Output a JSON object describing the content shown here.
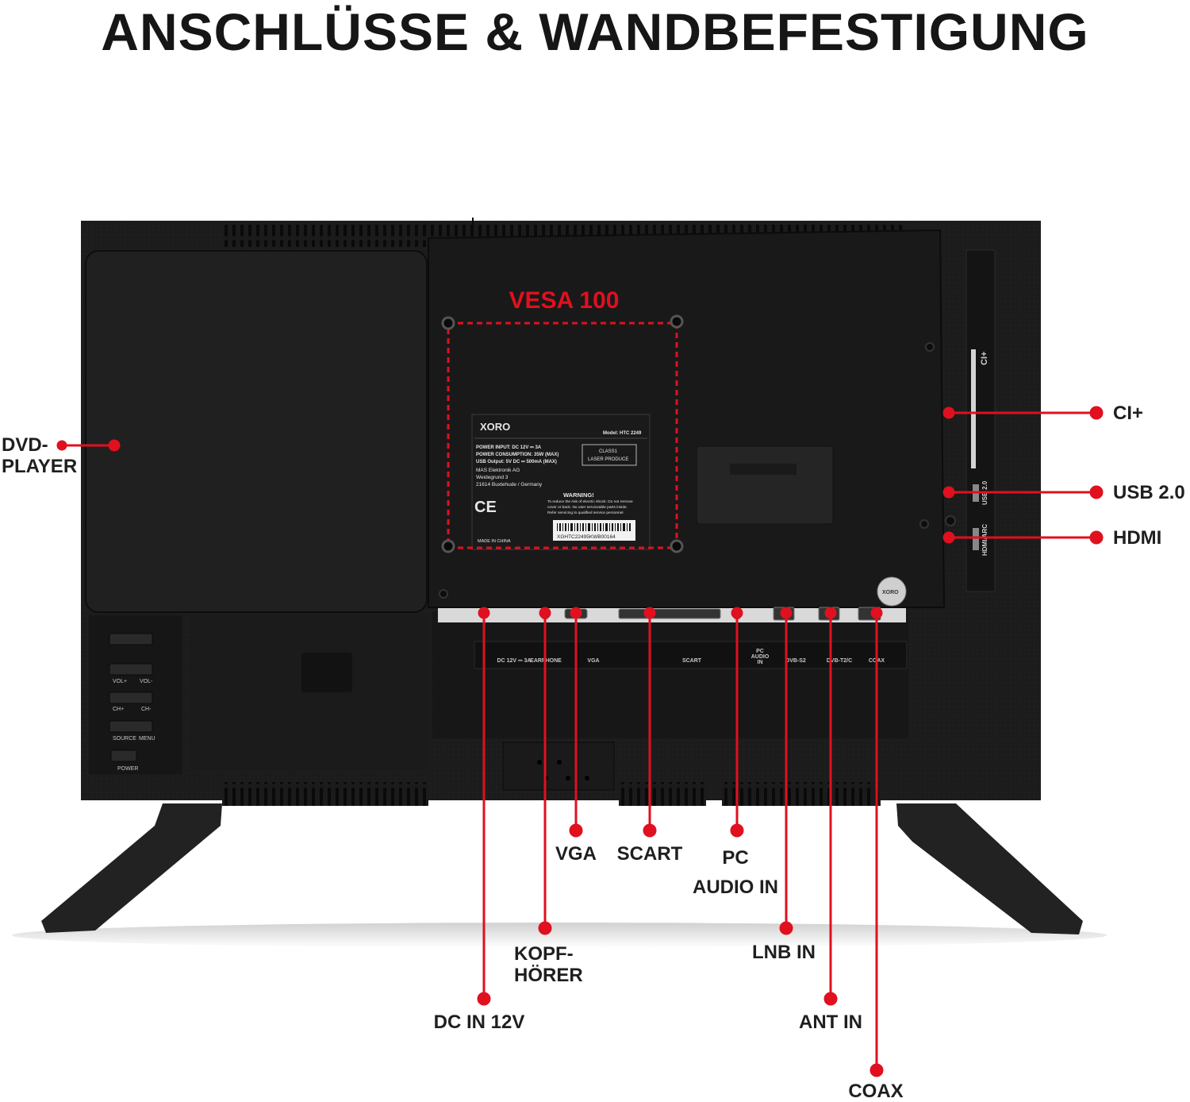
{
  "title": "ANSCHLÜSSE & WANDBEFESTIGUNG",
  "colors": {
    "accent": "#e0101f",
    "tv_body": "#1e1e1e",
    "tv_panel": "#151515",
    "io_strip": "#d9d9d9",
    "label": "#1f1f1f"
  },
  "vesa": {
    "label": "VESA 100"
  },
  "callouts": {
    "dvd": "DVD-\nPLAYER",
    "ci": "CI+",
    "usb": "USB 2.0",
    "hdmi": "HDMI",
    "vga": "VGA",
    "scart": "SCART",
    "pc_audio": "PC\nAUDIO IN",
    "kopfhoerer": "KOPF-\nHÖRER",
    "lnb": "LNB IN",
    "dc": "DC IN 12V",
    "ant": "ANT IN",
    "coax": "COAX"
  },
  "rating_label": {
    "brand": "XORO",
    "model": "Model: HTC 2249",
    "power_input": "POWER INPUT: DC 12V ⎓ 3A",
    "power_consumption": "POWER CONSUMPTION: 35W (MAX)",
    "usb_output": "USB Output: 5V DC ⎓ 500mA (MAX)",
    "company": "MAS Elektronik AG",
    "street": "Weidegrund 3",
    "city": "21614 Buxtehude / Germany",
    "laser_line1": "CLASS1",
    "laser_line2": "LASER PRODUCE",
    "ce": "CE",
    "warning_title": "WARNING!",
    "warning_l1": "To reduce the risk of electric shock: Do not remove",
    "warning_l2": "cover or back. No user serviceable parts inside.",
    "warning_l3": "Refer servicing to qualified service personnel.",
    "barcode": "XGHTC22495KWB00164",
    "made_in": "MADE IN CHINA"
  },
  "port_labels": {
    "dc": "DC 12V ⎓ 3A",
    "earphone": "EARPHONE",
    "vga": "VGA",
    "scart": "SCART",
    "pc_audio": "PC\nAUDIO\nIN",
    "dvbs2": "DVB-S2",
    "dvbt2c": "DVB-T2/C",
    "coax": "COAX",
    "ci": "CI+",
    "usb": "USB 2.0",
    "hdmi": "HDMI/ARC"
  },
  "side_buttons": {
    "vol_plus": "VOL+",
    "vol_minus": "VOL-",
    "ch_plus": "CH+",
    "ch_minus": "CH-",
    "source": "SOURCE",
    "menu": "MENU",
    "power": "POWER"
  }
}
